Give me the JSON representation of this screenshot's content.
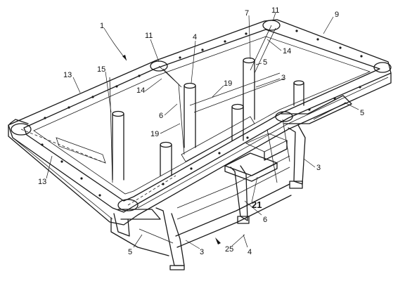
{
  "figure": {
    "labels": {
      "l1": "1",
      "l7": "7",
      "l11a": "11",
      "l9": "9",
      "l11b": "11",
      "l4a": "4",
      "l14a": "14",
      "l13a": "13",
      "l15": "15",
      "l5a": "5",
      "l3a": "3",
      "l14b": "14",
      "l19a": "19",
      "l6a": "6",
      "l19b": "19",
      "l5b": "5",
      "l13b": "13",
      "l3b": "3",
      "l21": "21",
      "l6b": "6",
      "l5c": "5",
      "l3c": "3",
      "l25": "25",
      "l4b": "4"
    }
  }
}
